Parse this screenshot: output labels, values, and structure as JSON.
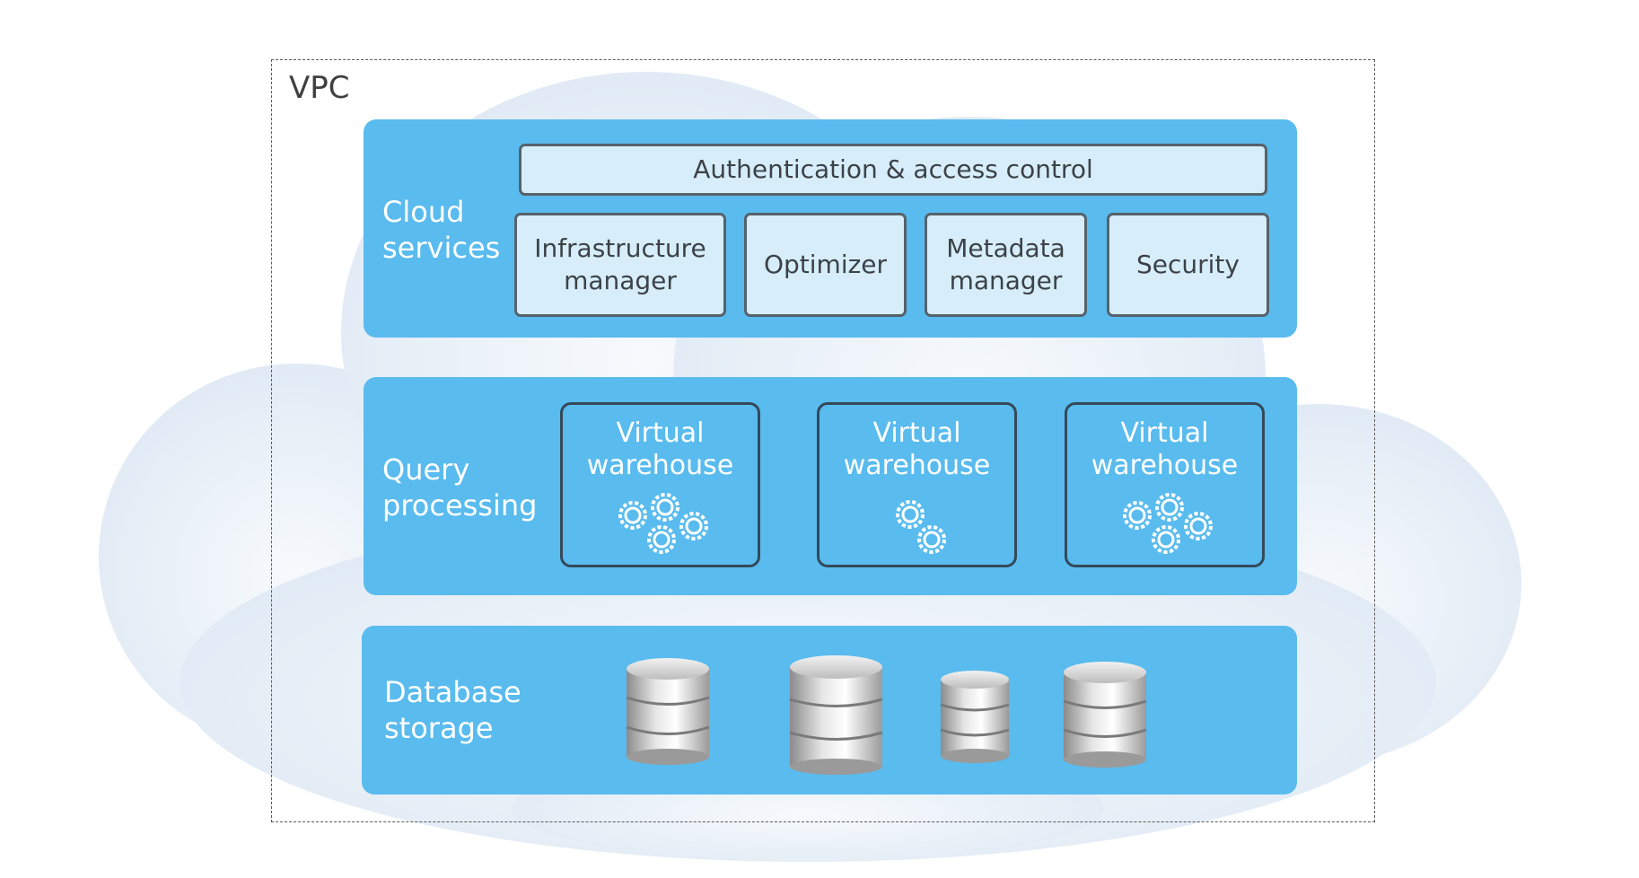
{
  "vpc": {
    "label": "VPC"
  },
  "cloud_services": {
    "label": "Cloud\nservices",
    "auth": "Authentication & access control",
    "modules": [
      {
        "label": "Infrastructure\nmanager"
      },
      {
        "label": "Optimizer"
      },
      {
        "label": "Metadata\nmanager"
      },
      {
        "label": "Security"
      }
    ]
  },
  "query_processing": {
    "label": "Query\nprocessing",
    "warehouses": [
      {
        "label": "Virtual\nwarehouse",
        "gear_count": 4
      },
      {
        "label": "Virtual\nwarehouse",
        "gear_count": 2
      },
      {
        "label": "Virtual\nwarehouse",
        "gear_count": 4
      }
    ]
  },
  "database_storage": {
    "label": "Database\nstorage",
    "cylinder_count": 4
  },
  "colors": {
    "layer": "#59bbee",
    "box_fill": "#d7eefa",
    "cloud": "#e4edf6"
  }
}
